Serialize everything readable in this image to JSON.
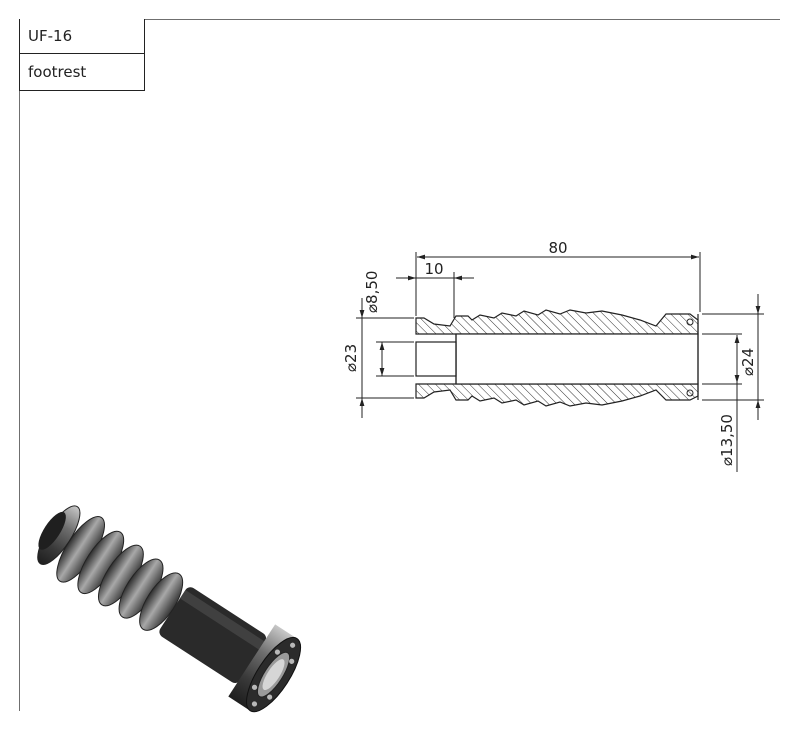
{
  "title_block": {
    "part_number": "UF-16",
    "description": "footrest"
  },
  "dimensions": {
    "overall_length": "80",
    "head_length": "10",
    "head_bore": "⌀8,50",
    "head_diameter": "⌀23",
    "end_diameter": "⌀24",
    "end_bore": "⌀13,50"
  },
  "colors": {
    "line": "#222222",
    "frame": "#6f6f6f",
    "hatch": "#333333",
    "metal_dark": "#3a3a3a",
    "metal_light": "#9a9a9a"
  }
}
